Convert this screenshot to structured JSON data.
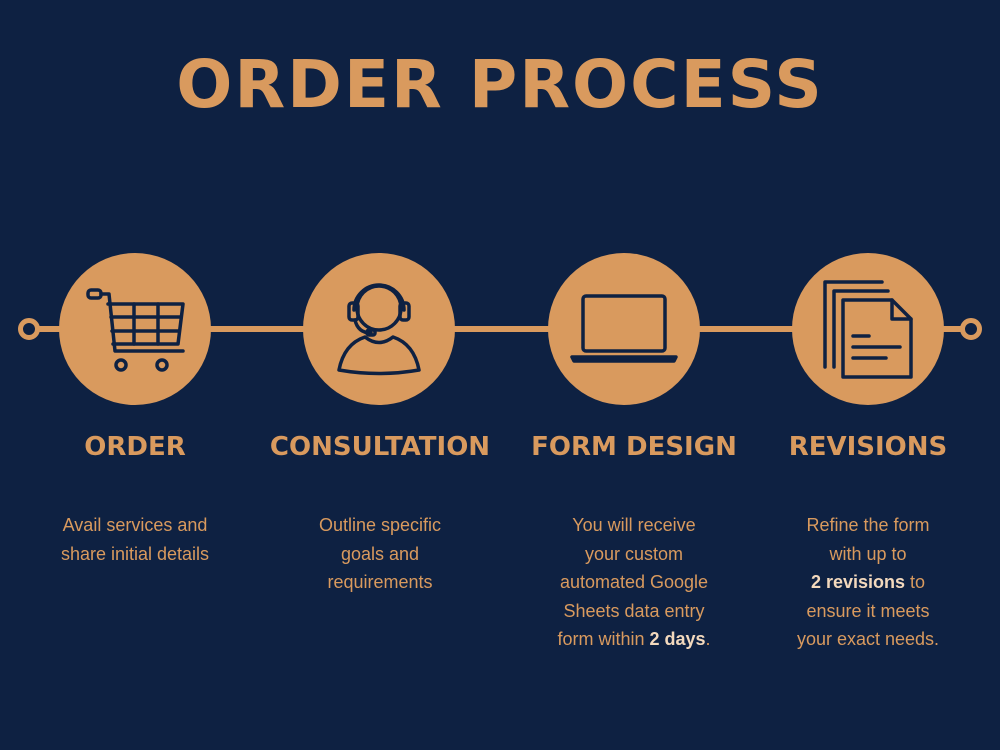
{
  "title": "ORDER PROCESS",
  "colors": {
    "background": "#0e2142",
    "accent": "#d99a5e",
    "icon_stroke": "#0e2142",
    "emphasis": "#f3d9bd"
  },
  "steps": [
    {
      "icon": "shopping-cart-icon",
      "title": "ORDER",
      "desc": [
        [
          "Avail services and"
        ],
        [
          "share initial details"
        ]
      ]
    },
    {
      "icon": "headset-icon",
      "title": "CONSULTATION",
      "desc": [
        [
          "Outline specific"
        ],
        [
          "goals and"
        ],
        [
          "requirements"
        ]
      ]
    },
    {
      "icon": "laptop-icon",
      "title": "FORM DESIGN",
      "desc": [
        [
          "You will receive"
        ],
        [
          "your custom"
        ],
        [
          "automated Google"
        ],
        [
          "Sheets data entry"
        ],
        [
          "form within ",
          {
            "b": "2 days"
          },
          "."
        ]
      ]
    },
    {
      "icon": "documents-icon",
      "title": "REVISIONS",
      "desc": [
        [
          "Refine the form"
        ],
        [
          "with up to"
        ],
        [
          {
            "b": "2 revisions"
          },
          " to"
        ],
        [
          "ensure it meets"
        ],
        [
          "your exact needs."
        ]
      ]
    }
  ]
}
